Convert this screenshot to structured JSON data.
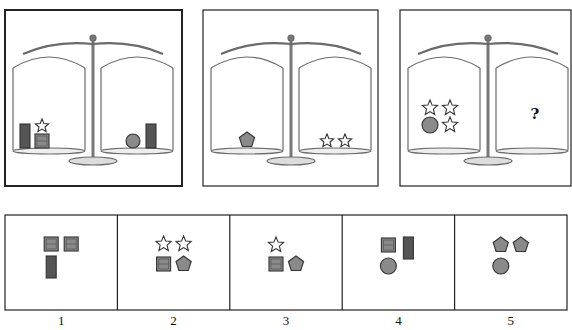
{
  "diagram": {
    "labels": [
      "?",
      "1",
      "2",
      "3",
      "4",
      "5"
    ]
  }
}
